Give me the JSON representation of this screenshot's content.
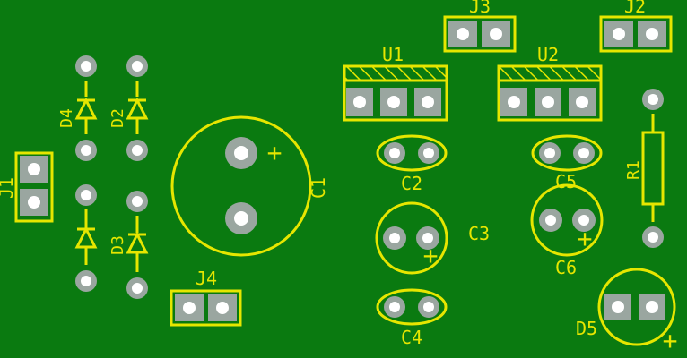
{
  "colors": {
    "board": "#0a7a10",
    "silkscreen": "#e6e600",
    "pad": "#9aa6a0",
    "pad_hole": "#ffffff",
    "pad_shadow": "#2d5a33"
  },
  "labels": {
    "J1": "J1",
    "J2": "J2",
    "J3": "J3",
    "J4": "J4",
    "U1": "U1",
    "U2": "U2",
    "C1": "C1",
    "C2": "C2",
    "C3": "C3",
    "C4": "C4",
    "C5": "C5",
    "C6": "C6",
    "D2": "D2",
    "D3": "D3",
    "D4": "D4",
    "D5": "D5",
    "R1": "R1",
    "plus": "+"
  }
}
